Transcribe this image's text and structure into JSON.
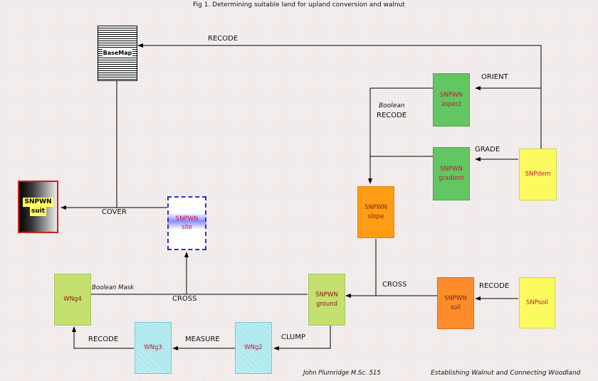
{
  "title": "Fig 1. Determining suitable land for upland conversion and walnut",
  "nodes": {
    "basemap": "BaseMap",
    "suit": [
      "SNPWN",
      "suit"
    ],
    "site": [
      "SNPWN",
      "site"
    ],
    "aspect": [
      "SNPWN",
      "aspect"
    ],
    "gradient": [
      "SNPWN",
      "gradient"
    ],
    "snpdem": "SNPdem",
    "slope": [
      "SNPWN",
      "slope"
    ],
    "soil": [
      "SNPWN",
      "soil"
    ],
    "snpsoil": "SNPsoil",
    "ground": [
      "SNPWN",
      "ground"
    ],
    "wng4": "WNg4",
    "wng3": "WNg3",
    "wng2": "WNg2"
  },
  "edge_labels": {
    "recode_top": "RECODE",
    "orient": "ORIENT",
    "boolean": "Boolean",
    "recode_boolean": "RECODE",
    "grade": "GRADE",
    "cover": "COVER",
    "cross_right": "CROSS",
    "recode_soil": "RECODE",
    "boolean_mask": "Boolean Mask",
    "cross_left": "CROSS",
    "clump": "CLUMP",
    "measure": "MEASURE",
    "recode_bottom": "RECODE"
  },
  "footer": {
    "author": "John Plumridge M.Sc. 515",
    "project": "Establishing Walnut and Connecting Woodland"
  },
  "colors": {
    "green": "#62c662",
    "yellow": "#fbfb60",
    "orange": "#ff9c14",
    "lime": "#c4e070",
    "cyan": "#c8f4f4",
    "node_text": "#c4143c"
  }
}
